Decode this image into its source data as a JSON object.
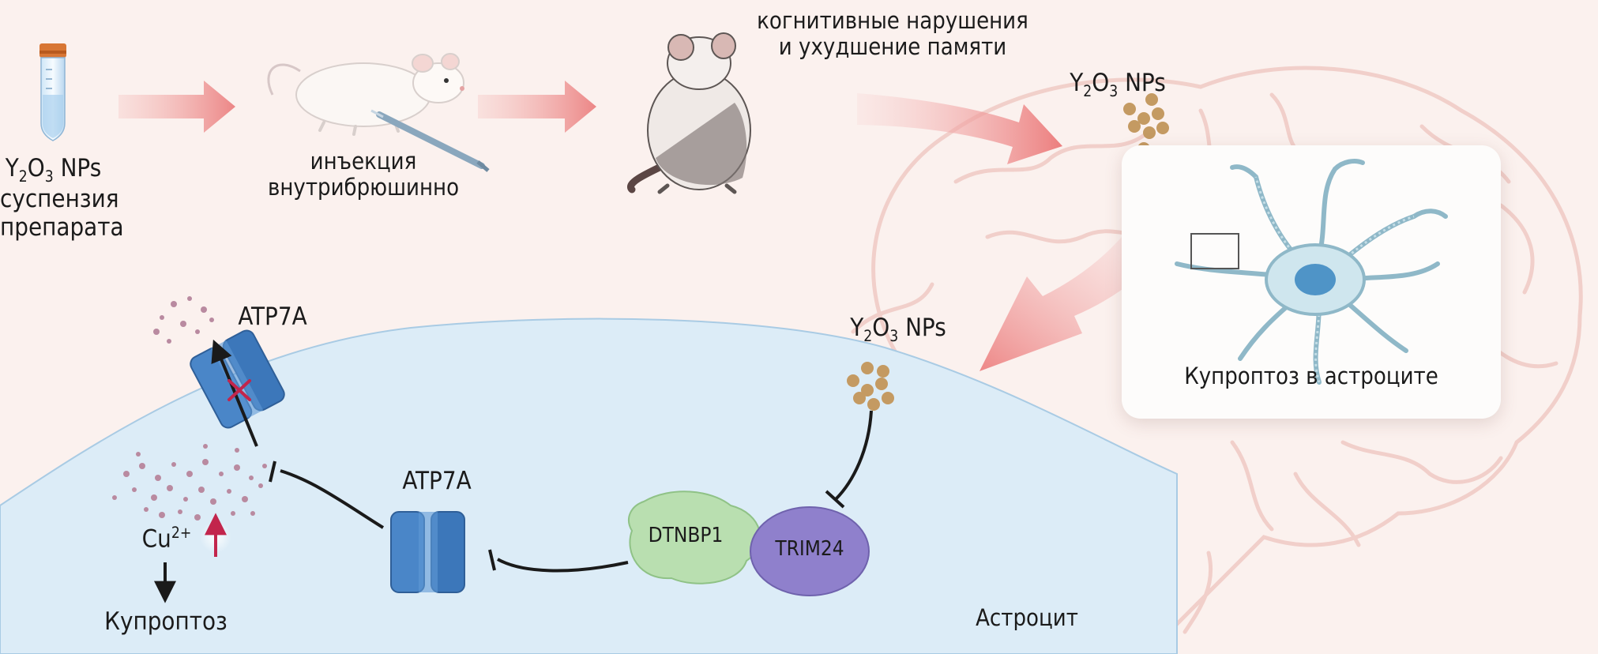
{
  "top": {
    "tube_label_formula": "Y",
    "tube_label_sub1": "2",
    "tube_label_mid": "O",
    "tube_label_sub2": "3",
    "tube_label_tail": " NPs",
    "tube_line2": "суспензия",
    "tube_line3": "препарата",
    "injection_line1": "инъекция",
    "injection_line2": "внутрибрюшинно",
    "effect_line1": "когнитивные нарушения",
    "effect_line2": "и ухудшение памяти",
    "np_brain_label": "Y|2|O|3| NPs"
  },
  "panel": {
    "caption": "Купроптоз в астроците"
  },
  "cell": {
    "np_label": "Y|2|O|3| NPs",
    "atp7a_top_label": "ATP7A",
    "atp7a_mid_label": "ATP7A",
    "dtnbp1_label": "DTNBP1",
    "trim24_label": "TRIM24",
    "cu_label": "Cu",
    "cu_charge": "2+",
    "cuproptosis_label": "Купроптоз",
    "astrocyte_label": "Астроцит"
  },
  "colors": {
    "background": "#fbf1ee",
    "cell_fill": "#dcecf7",
    "cell_stroke": "#a9cbe4",
    "flow_arrow": "#f08e8e",
    "transporter": "#4a86c8",
    "transporter_dark": "#2f5f98",
    "dtnbp1": "#b9dfb0",
    "trim24": "#8f80cc",
    "nanoparticle": "#c49a62",
    "copper_dots": "#b98aa0",
    "inhibit_cross": "#c2254c",
    "up_arrow": "#c2254c"
  },
  "icons": [
    "test-tube-icon",
    "mouse-injection-icon",
    "mouse-sitting-icon",
    "brain-outline-icon",
    "astrocyte-icon",
    "transporter-icon",
    "nanoparticle-cluster-icon"
  ]
}
